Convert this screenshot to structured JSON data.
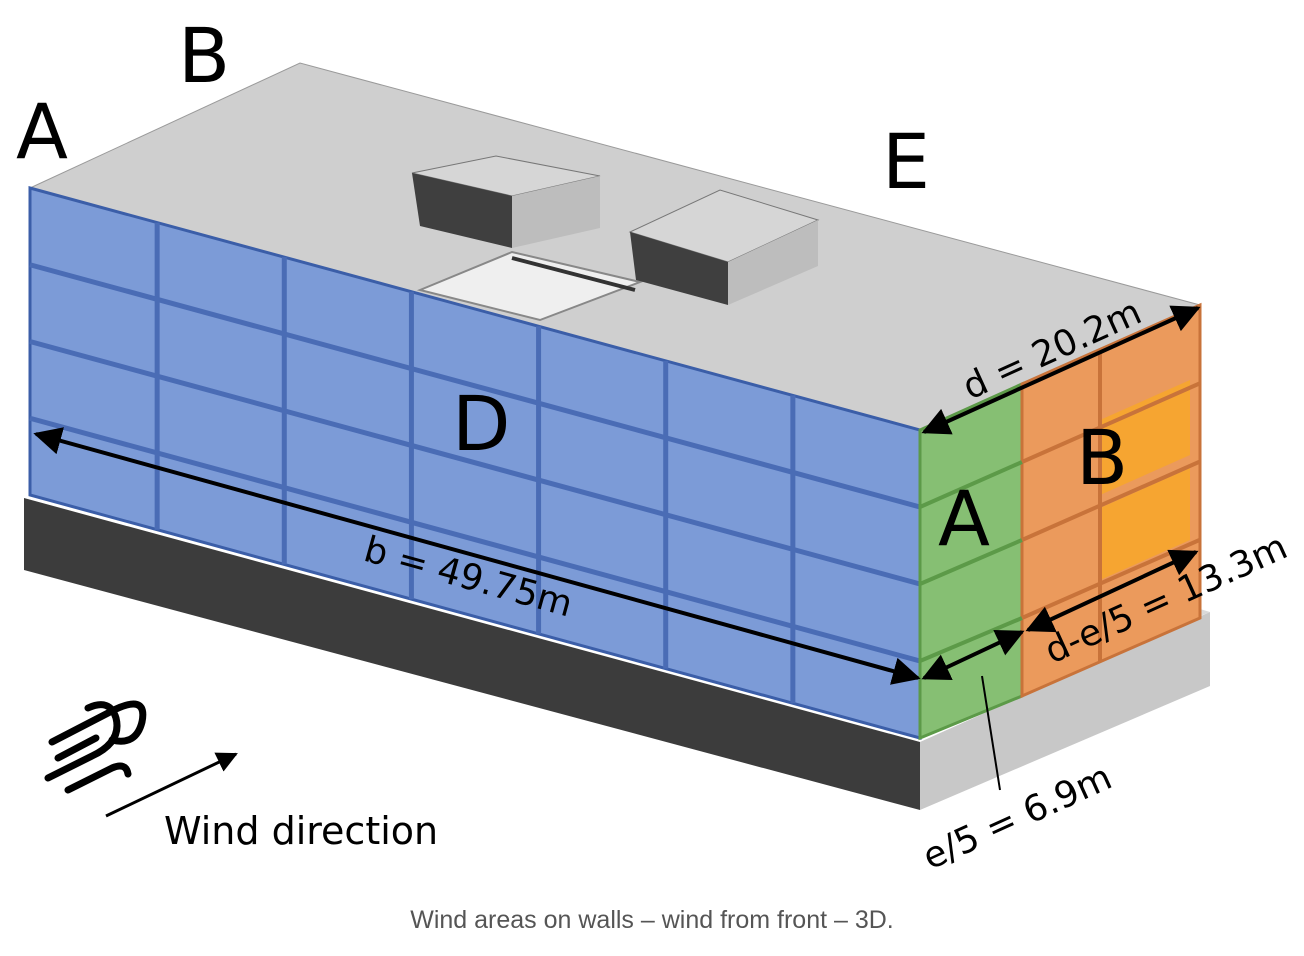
{
  "zones": {
    "roof_left_a": "A",
    "roof_left_b": "B",
    "roof_e": "E",
    "wall_d": "D",
    "wall_a": "A",
    "wall_b": "B"
  },
  "dimensions": {
    "b": "b = 49.75m",
    "d": "d = 20.2m",
    "e5": "e/5 = 6.9m",
    "d_minus_e5": "d-e/5 = 13.3m"
  },
  "wind": {
    "label": "Wind direction",
    "icon": "wind-icon"
  },
  "caption": "Wind areas on walls – wind from front – 3D.",
  "colors": {
    "zone_d": "#7193d4",
    "zone_a": "#86bf73",
    "zone_b": "#eb9a5c",
    "roof": "#cfcfcf",
    "plinth": "#3c3c3c"
  }
}
